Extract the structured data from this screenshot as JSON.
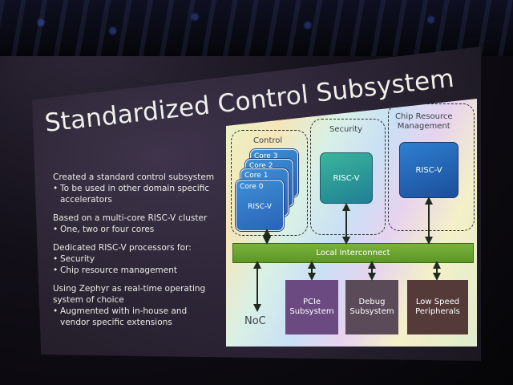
{
  "slide": {
    "title": "Standardized Control Subsystem",
    "bullets": [
      {
        "main": [
          "Created a standard control subsystem"
        ],
        "subs": [
          [
            "To be used in other domain specific",
            "accelerators"
          ]
        ]
      },
      {
        "main": [
          "Based on a multi-core RISC-V cluster"
        ],
        "subs": [
          [
            "One, two or four cores"
          ]
        ]
      },
      {
        "main": [
          "Dedicated RISC-V processors for:"
        ],
        "subs": [
          [
            "Security"
          ],
          [
            "Chip resource management"
          ]
        ]
      },
      {
        "main": [
          "Using Zephyr as real-time operating",
          "system of choice"
        ],
        "subs": [
          [
            "Augmented with in-house and",
            "vendor specific extensions"
          ]
        ]
      }
    ]
  },
  "diagram": {
    "control_label": "Control",
    "security_label": "Security",
    "crm_label_lines": [
      "Chip Resource",
      "Management"
    ],
    "cores": [
      "Core 3",
      "Core 2",
      "Core 1",
      "Core 0"
    ],
    "core_riscv_label": "RISC-V",
    "security_riscv": "RISC-V",
    "crm_riscv": "RISC-V",
    "interconnect_label": "Local Interconnect",
    "noc_label": "NoC",
    "pcie_lines": [
      "PCIe",
      "Subsystem"
    ],
    "debug_lines": [
      "Debug",
      "Subsystem"
    ],
    "lowspeed_lines": [
      "Low Speed",
      "Peripherals"
    ]
  },
  "colors": {
    "interconnect": "#6fa532",
    "pcie_box": "#6a4a80",
    "debug_box": "#5b4a58",
    "lowspeed_box": "#553a3a",
    "arrow": "#1f2a1f"
  }
}
